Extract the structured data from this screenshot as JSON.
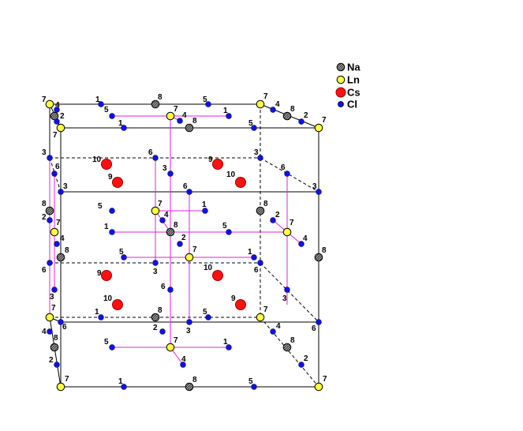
{
  "legend": [
    {
      "key": "na",
      "label": "Na",
      "color": "#888888"
    },
    {
      "key": "ln",
      "label": "Ln",
      "color": "#ffff44"
    },
    {
      "key": "cs",
      "label": "Cs",
      "color": "#ff1010"
    },
    {
      "key": "cl",
      "label": "Cl",
      "color": "#1010ee"
    }
  ],
  "labels": [
    "1",
    "2",
    "3",
    "4",
    "5",
    "6",
    "7",
    "8",
    "9",
    "10"
  ]
}
